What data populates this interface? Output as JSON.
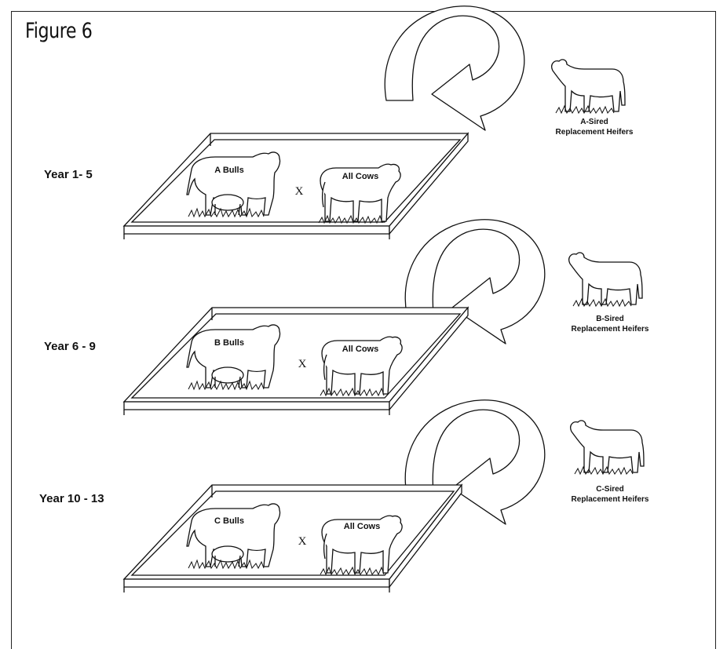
{
  "figure": {
    "title": "Figure 6"
  },
  "colors": {
    "ink": "#111111",
    "paper": "#ffffff"
  },
  "icons": [
    "bull-icon",
    "cow-icon",
    "heifer-icon",
    "curved-arrow-icon",
    "pasture-pen"
  ],
  "stages": [
    {
      "year": "Year 1- 5",
      "bulls": "A Bulls",
      "cross": "X",
      "cows": "All Cows",
      "heifer_line1": "A-Sired",
      "heifer_line2": "Replacement Heifers"
    },
    {
      "year": "Year 6 - 9",
      "bulls": "B Bulls",
      "cross": "X",
      "cows": "All Cows",
      "heifer_line1": "B-Sired",
      "heifer_line2": "Replacement Heifers"
    },
    {
      "year": "Year 10 - 13",
      "bulls": "C Bulls",
      "cross": "X",
      "cows": "All Cows",
      "heifer_line1": "C-Sired",
      "heifer_line2": "Replacement Heifers"
    }
  ]
}
